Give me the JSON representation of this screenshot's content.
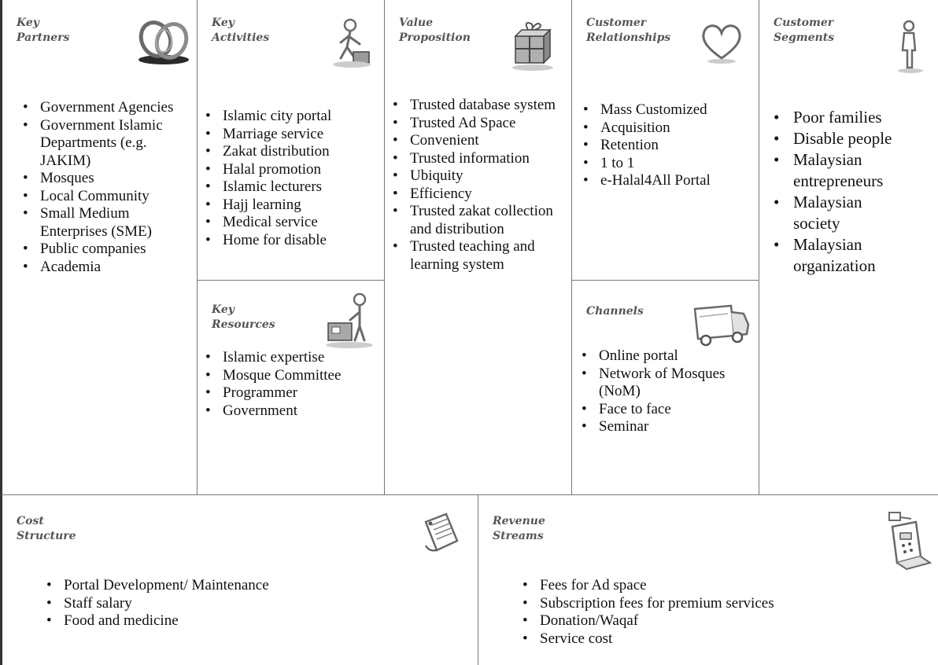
{
  "canvas": {
    "key_partners": {
      "title": "Key\nPartners",
      "items": [
        "Government Agencies",
        "Government Islamic Departments (e.g. JAKIM)",
        " Mosques",
        " Local Community",
        "Small Medium Enterprises (SME)",
        "Public companies",
        "Academia"
      ]
    },
    "key_activities": {
      "title": "Key\nActivities",
      "items": [
        "Islamic city portal",
        "Marriage service",
        "Zakat distribution",
        " Halal promotion",
        "Islamic lecturers",
        "Hajj learning",
        "Medical service",
        "Home for disable"
      ]
    },
    "key_resources": {
      "title": "Key\nResources",
      "items": [
        "Islamic expertise",
        " Mosque Committee",
        "Programmer",
        "Government"
      ]
    },
    "value_proposition": {
      "title": "Value\nProposition",
      "items": [
        "Trusted database system",
        "Trusted Ad Space",
        "Convenient",
        "Trusted information",
        "Ubiquity",
        "Efficiency",
        "Trusted zakat collection and distribution",
        "Trusted teaching and learning system"
      ]
    },
    "customer_relationships": {
      "title": "Customer\nRelationships",
      "items": [
        "Mass Customized",
        "Acquisition",
        "Retention",
        "1 to 1",
        "e-Halal4All Portal"
      ]
    },
    "channels": {
      "title": "Channels",
      "items": [
        "Online portal",
        "Network of Mosques (NoM)",
        "Face to face",
        "Seminar"
      ]
    },
    "customer_segments": {
      "title": "Customer\nSegments",
      "items": [
        "Poor families",
        "Disable people",
        "Malaysian entrepreneurs",
        "Malaysian society",
        "Malaysian organization"
      ]
    },
    "cost_structure": {
      "title": "Cost\nStructure",
      "items": [
        "Portal Development/ Maintenance",
        "Staff salary",
        "Food and medicine"
      ]
    },
    "revenue_streams": {
      "title": "Revenue\nStreams",
      "items": [
        "Fees for Ad space",
        "Subscription fees for premium services",
        "Donation/Waqaf",
        "Service cost"
      ]
    },
    "icons": {
      "key_partners": "linked-rings-icon",
      "key_activities": "worker-icon",
      "key_resources": "person-with-machine-icon",
      "value_proposition": "gift-package-icon",
      "customer_relationships": "heart-icon",
      "channels": "delivery-truck-icon",
      "customer_segments": "person-icon",
      "cost_structure": "price-tag-icon",
      "revenue_streams": "cash-register-icon"
    },
    "colors": {
      "border": "#777777",
      "left_edge": "#333333",
      "title": "#555555",
      "text": "#111111",
      "sketch": "#6a6a6a"
    }
  }
}
